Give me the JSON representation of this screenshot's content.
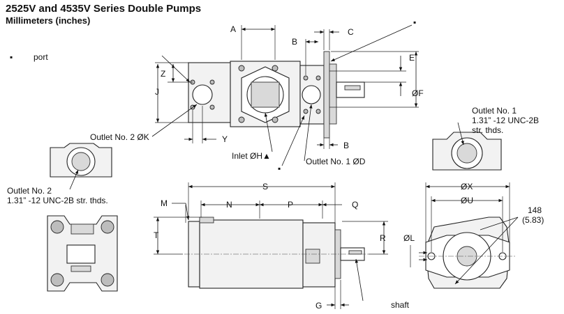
{
  "header": {
    "title": "2525V and 4535V Series Double Pumps",
    "units": "Millimeters (inches)"
  },
  "legend": {
    "port_symbol": "▪",
    "port_label": "port"
  },
  "dims": {
    "A": "A",
    "B_top": "B",
    "B_bottom": "B",
    "C": "C",
    "E": "E",
    "F": "ØF",
    "Z": "Z",
    "J": "J",
    "Y": "Y",
    "K": "Outlet No. 2 ØK",
    "H": "Inlet ØH▲",
    "D": "Outlet No. 1 ØD",
    "S": "S",
    "M": "M",
    "N": "N",
    "P": "P",
    "Q": "Q",
    "T": "T",
    "R": "R",
    "G": "G",
    "X": "ØX",
    "U": "ØU",
    "L": "ØL",
    "angle_mm": "148",
    "angle_in": "(5.83)",
    "shaft": "shaft"
  },
  "outlet1": {
    "title": "Outlet No. 1",
    "thread": "1.31” -12 UNC-2B",
    "note": "str. thds."
  },
  "outlet2": {
    "title": "Outlet No. 2",
    "thread": "1.31” -12 UNC-2B str. thds."
  },
  "markers": {
    "square": "▪"
  }
}
